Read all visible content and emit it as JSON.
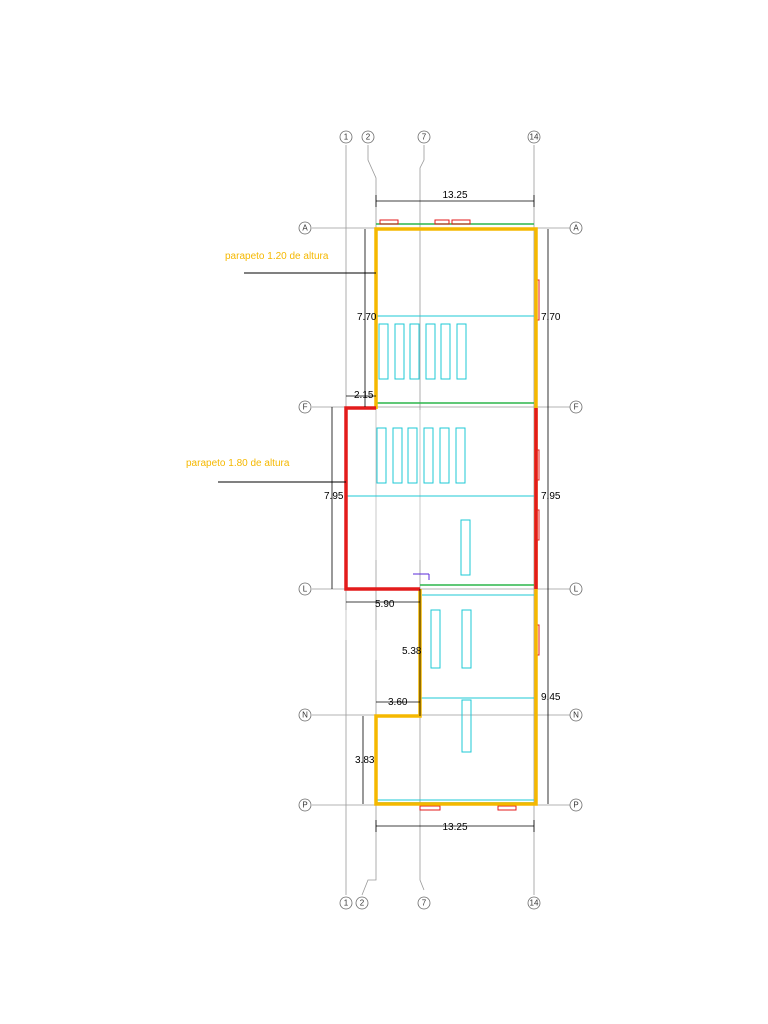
{
  "colors": {
    "parapet_120": "#f5b800",
    "parapet_180": "#e31b1b",
    "fixtures": "#1ec8d6",
    "green_edge": "#2bb54a",
    "grid": "#9a9a9a"
  },
  "grid_axes": {
    "columns_top": [
      "1",
      "2",
      "7",
      "14"
    ],
    "columns_bottom": [
      "1",
      "2",
      "7",
      "14"
    ],
    "rows": [
      "A",
      "F",
      "L",
      "N",
      "P"
    ]
  },
  "dimensions": {
    "top_width": "13.25",
    "bottom_width": "13.25",
    "left_af": "7.70",
    "right_af": "7.70",
    "offset_f": "2.15",
    "left_fl": "7.95",
    "right_fl": "7.95",
    "notch_width_l": "5.90",
    "notch_height": "5.38",
    "notch_width_n": "3.60",
    "left_np": "3.83",
    "right_lp": "9.45"
  },
  "annotations": {
    "parapet_120": "parapeto 1.20 de altura",
    "parapet_180": "parapeto 1.80 de altura"
  }
}
